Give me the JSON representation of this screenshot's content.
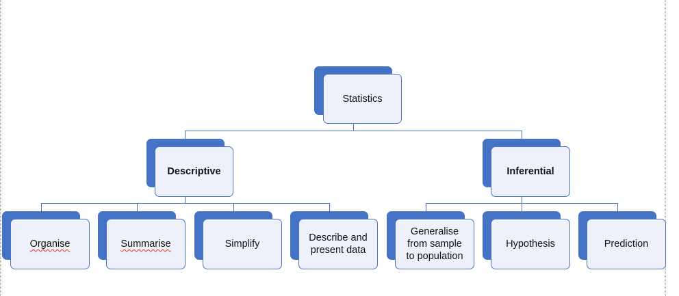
{
  "diagram": {
    "root": {
      "label": "Statistics"
    },
    "branches": [
      {
        "label": "Descriptive",
        "children": [
          "Organise",
          "Summarise",
          "Simplify",
          "Describe and\npresent data"
        ]
      },
      {
        "label": "Inferential",
        "children": [
          "Generalise\nfrom sample\nto population",
          "Hypothesis",
          "Prediction"
        ]
      }
    ],
    "colors": {
      "box_back": "#4472c4",
      "box_front": "#eef1f9",
      "connector": "#4a74c0"
    }
  }
}
